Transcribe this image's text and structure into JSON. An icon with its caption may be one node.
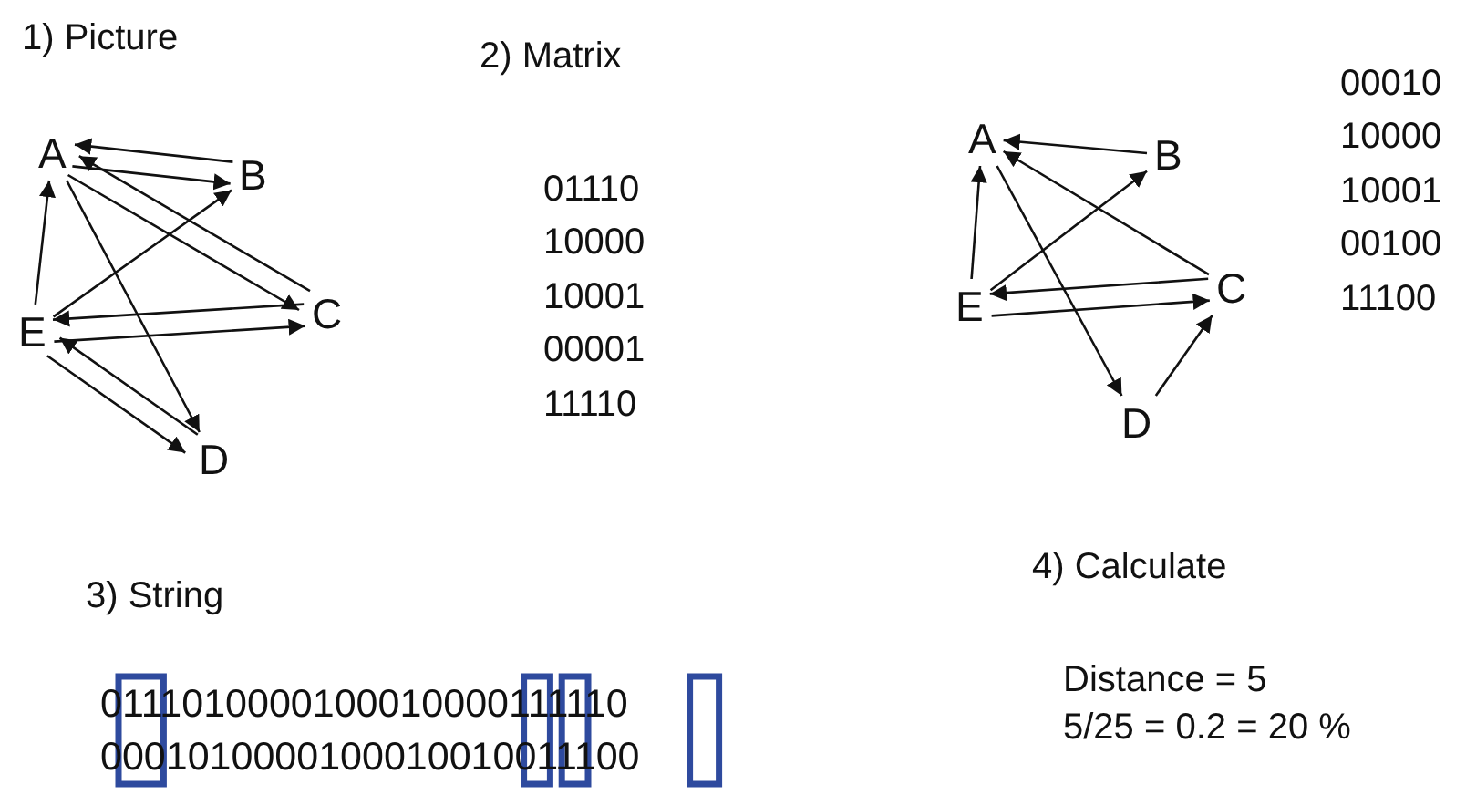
{
  "diagram": {
    "nodes": [
      {
        "text": [
          "A"
        ]
      },
      {
        "text": [
          "B"
        ]
      },
      {
        "text": [
          "C"
        ]
      },
      {
        "text": [
          "D"
        ]
      },
      {
        "text": [
          "E"
        ]
      },
      {
        "text": [
          "A"
        ]
      },
      {
        "text": [
          "B"
        ]
      },
      {
        "text": [
          "C"
        ]
      },
      {
        "text": [
          "D"
        ]
      },
      {
        "text": [
          "E"
        ]
      }
    ],
    "edges": [
      {
        "from": 0,
        "to": 1,
        "arrow": "to"
      },
      {
        "from": 0,
        "to": 2,
        "arrow": "to"
      },
      {
        "from": 0,
        "to": 3,
        "arrow": "to"
      },
      {
        "from": 1,
        "to": 0,
        "arrow": "to"
      },
      {
        "from": 2,
        "to": 0,
        "arrow": "to"
      },
      {
        "from": 2,
        "to": 4,
        "arrow": "to"
      },
      {
        "from": 3,
        "to": 4,
        "arrow": "to"
      },
      {
        "from": 4,
        "to": 0,
        "arrow": "to"
      },
      {
        "from": 4,
        "to": 1,
        "arrow": "to"
      },
      {
        "from": 4,
        "to": 2,
        "arrow": "to"
      },
      {
        "from": 4,
        "to": 3,
        "arrow": "to"
      },
      {
        "from": 6,
        "to": 5,
        "arrow": "to"
      },
      {
        "from": 5,
        "to": 8,
        "arrow": "to"
      },
      {
        "from": 7,
        "to": 5,
        "arrow": "to"
      },
      {
        "from": 9,
        "to": 5,
        "arrow": "to"
      },
      {
        "from": 9,
        "to": 6,
        "arrow": "to"
      },
      {
        "from": 7,
        "to": 9,
        "arrow": "to"
      },
      {
        "from": 9,
        "to": 7,
        "arrow": "to"
      },
      {
        "from": 8,
        "to": 7,
        "arrow": "to"
      }
    ],
    "labels": [
      "1) Picture",
      "2) Matrix",
      "01110",
      "10000",
      "10001",
      "00001",
      "11110",
      "00010",
      "10000",
      "10001",
      "00100",
      "11100",
      "3) String",
      "0111010000100010000111110",
      "0001010000100010010011100",
      "4) Calculate",
      "Distance = 5",
      "5/25 = 0.2 = 20 %"
    ]
  }
}
